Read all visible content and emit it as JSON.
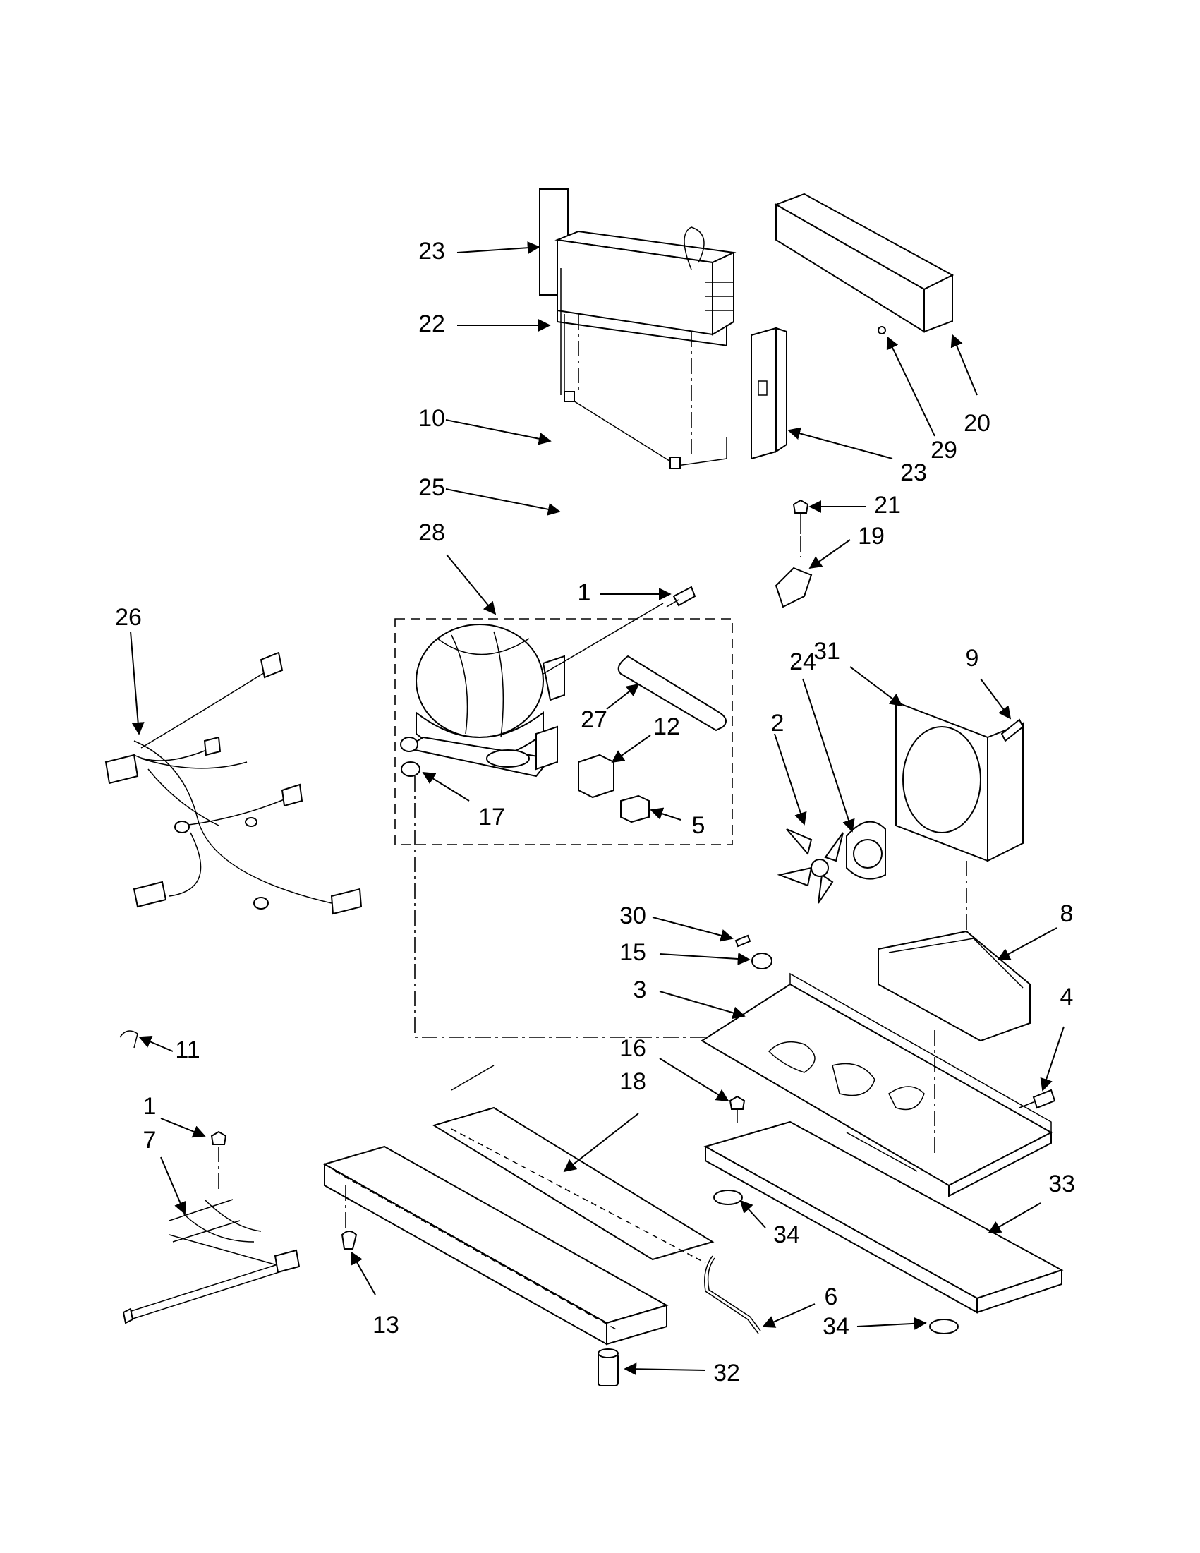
{
  "callouts": [
    "23",
    "22",
    "10",
    "25",
    "28",
    "1",
    "27",
    "12",
    "17",
    "5",
    "26",
    "20",
    "29",
    "23",
    "21",
    "19",
    "31",
    "9",
    "24",
    "2",
    "30",
    "15",
    "3",
    "8",
    "4",
    "11",
    "16",
    "18",
    "1",
    "7",
    "33",
    "34",
    "6",
    "34",
    "13",
    "32"
  ]
}
